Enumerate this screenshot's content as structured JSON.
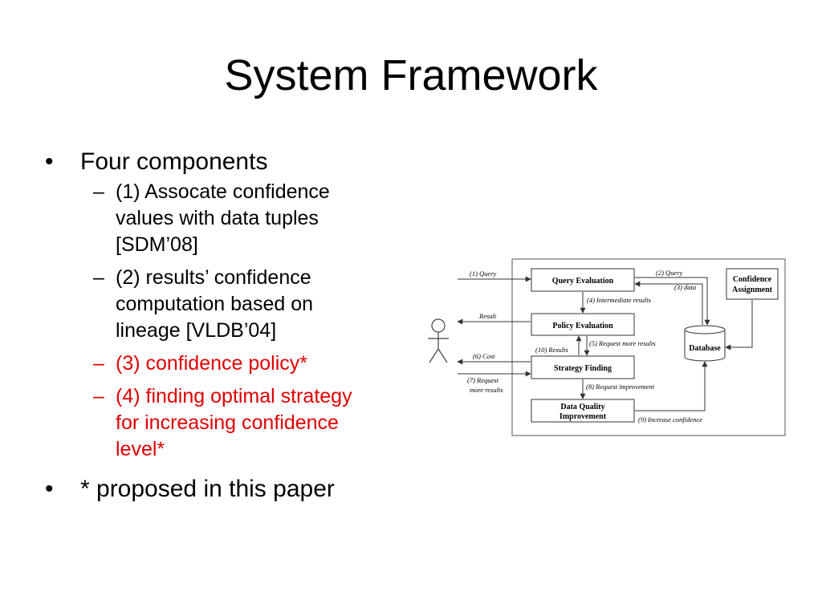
{
  "slide": {
    "title": "System Framework",
    "bullet_mark": "•",
    "dash_mark": "–",
    "bullets": [
      {
        "text": "Four components",
        "sub": [
          {
            "line1": "(1) Assocate confidence",
            "line2": "values with data tuples",
            "line3": "[SDM’08]",
            "color": "#000000"
          },
          {
            "line1": "(2) results’ confidence",
            "line2": "computation based on",
            "line3": "lineage [VLDB’04]",
            "color": "#000000"
          },
          {
            "line1": "(3) confidence policy*",
            "color": "#e00000"
          },
          {
            "line1": "(4) finding optimal strategy",
            "line2": "for increasing confidence",
            "line3": "level*",
            "color": "#e00000"
          }
        ]
      },
      {
        "text": "* proposed in this paper"
      }
    ]
  },
  "diagram": {
    "boxes": {
      "query_eval": "Query Evaluation",
      "policy_eval": "Policy Evaluation",
      "strategy": "Strategy Finding",
      "dq_line1": "Data Quality",
      "dq_line2": "Improvement",
      "conf_line1": "Confidence",
      "conf_line2": "Assignment",
      "database": "Database"
    },
    "labels": {
      "query1": "(1) Query",
      "query2": "(2) Query",
      "data3": "(3) data",
      "intermediate4": "(4) Intermediate results",
      "result": "Result",
      "request5": "(5) Request more results",
      "results10": "(10) Results",
      "cost6": "(6) Cost",
      "request7_line1": "(7) Request",
      "request7_line2": "more results",
      "improve8": "(8) Request improvement",
      "increase9": "(9) Increase confidence"
    },
    "colors": {
      "stroke": "#333333",
      "text": "#000000"
    }
  }
}
